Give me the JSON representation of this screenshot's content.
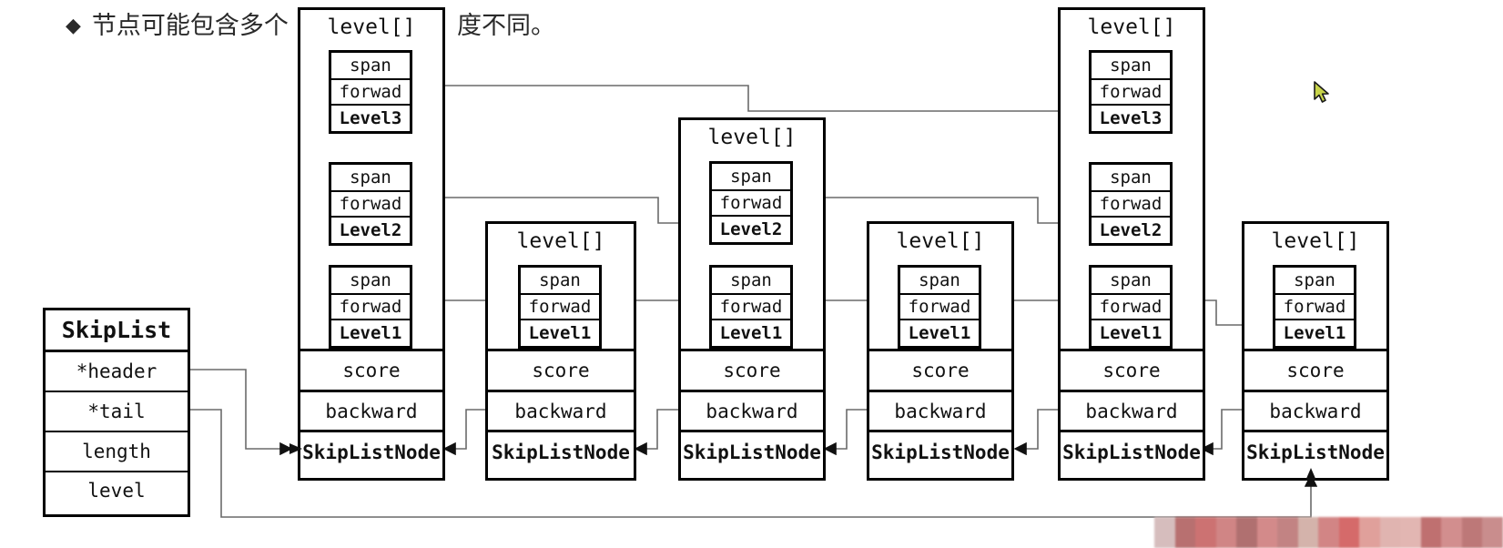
{
  "headline": {
    "bullet": "◆",
    "text_before": "节点可能包含多个",
    "text_after": "度不同。"
  },
  "skiplist": {
    "title": "SkipList",
    "fields": [
      "*header",
      "*tail",
      "length",
      "level"
    ]
  },
  "node_labels": {
    "level_header": "level[]",
    "span": "span",
    "forward": "forwad",
    "score": "score",
    "backward": "backward",
    "node_name": "SkipListNode"
  },
  "nodes": [
    {
      "id": "node-1",
      "levels": [
        "Level3",
        "Level2",
        "Level1"
      ]
    },
    {
      "id": "node-2",
      "levels": [
        "Level1"
      ]
    },
    {
      "id": "node-3",
      "levels": [
        "Level2",
        "Level1"
      ]
    },
    {
      "id": "node-4",
      "levels": [
        "Level1"
      ]
    },
    {
      "id": "node-5",
      "levels": [
        "Level3",
        "Level2",
        "Level1"
      ]
    },
    {
      "id": "node-6",
      "levels": [
        "Level1"
      ]
    }
  ],
  "colors": {
    "stroke": "#000000",
    "wire": "#6a6a6a",
    "background": "#ffffff",
    "text": "#111111",
    "cursor_fill": "#c8d44a",
    "cursor_stroke": "#1a1a1a"
  },
  "blur_strip": {
    "name": "obscured-thumbnail-strip",
    "swatches": [
      "#d6bdbd",
      "#b87070",
      "#cc7272",
      "#d08585",
      "#b07070",
      "#d38a8a",
      "#c28383",
      "#d4b3ab",
      "#d28585",
      "#d56a6a",
      "#e0a09b",
      "#e0b4b0",
      "#e2b6b2",
      "#bf7070",
      "#d28e8e",
      "#bd7878",
      "#c98d8d"
    ]
  }
}
